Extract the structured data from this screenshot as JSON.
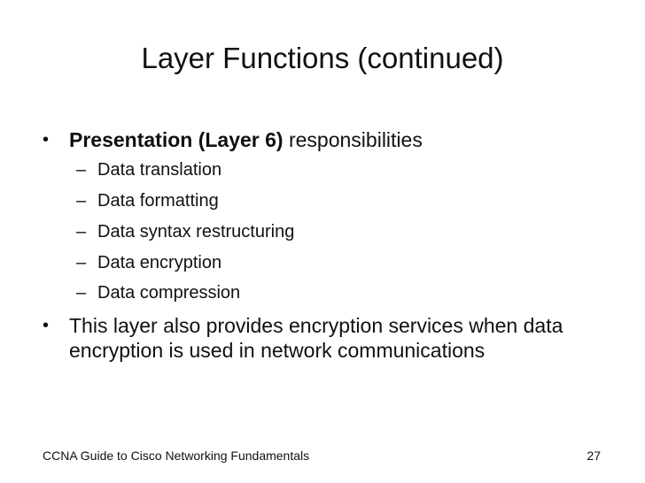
{
  "slide": {
    "title": "Layer Functions (continued)",
    "bullets": [
      {
        "bold_part": "Presentation (Layer 6)",
        "rest": " responsibilities",
        "sub_items": [
          "Data translation",
          "Data formatting",
          "Data syntax restructuring",
          "Data encryption",
          "Data compression"
        ]
      },
      {
        "text": "This layer also provides encryption services when data encryption is used in network communications"
      }
    ],
    "bullet_glyph": "•",
    "dash_glyph": "–"
  },
  "footer": {
    "course": "CCNA Guide to Cisco Networking Fundamentals",
    "page_number": "27"
  }
}
